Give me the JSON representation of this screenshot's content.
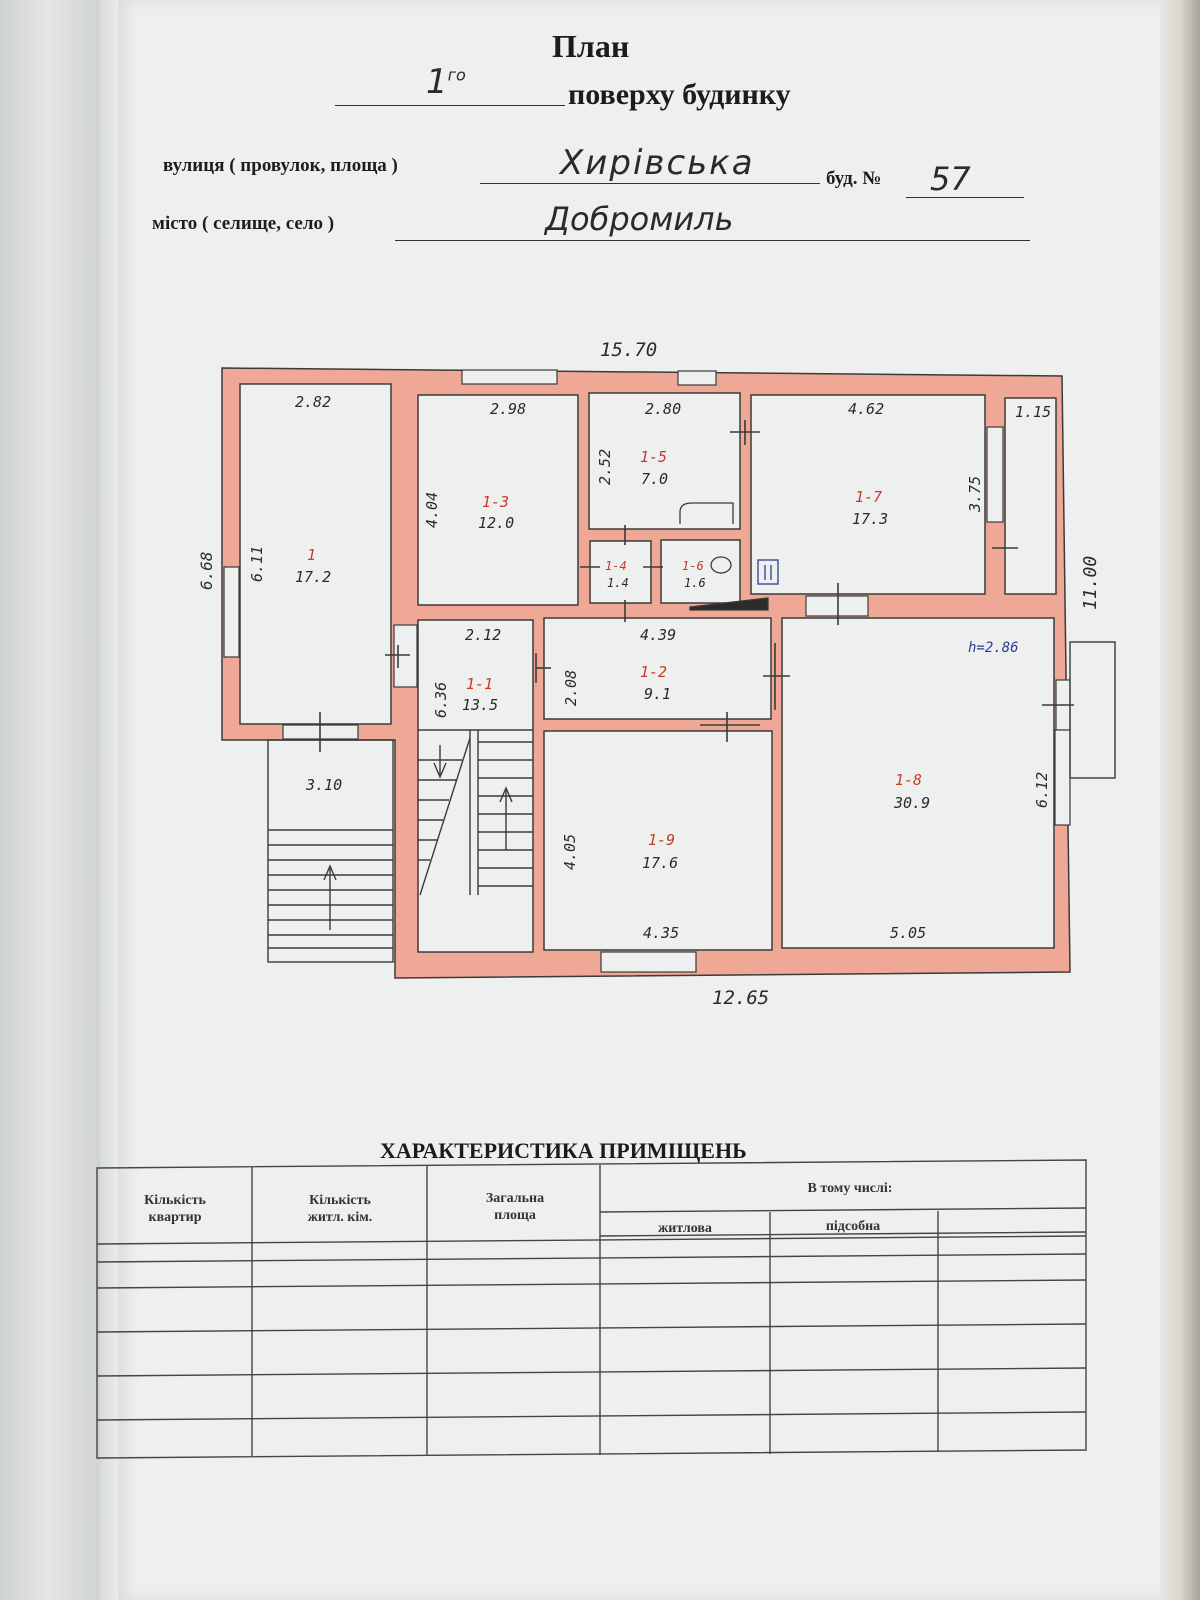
{
  "header": {
    "title": "План",
    "floor_number": "1",
    "floor_suffix": "го",
    "floor_label": "поверху будинку",
    "street_label": "вулиця ( провулок, площа )",
    "street_value": "Хирівська",
    "building_label": "буд. №",
    "building_value": "57",
    "city_label": "місто ( селище, село )",
    "city_value": "Добромиль"
  },
  "plan": {
    "overall_top": "15.70",
    "overall_bottom": "12.65",
    "overall_left": "6.68",
    "overall_right": "11.00",
    "height_note": "h=2.86",
    "colors": {
      "wall": "#f0a896",
      "wall_edge": "#d97f6c",
      "ink": "#2b2b2b",
      "red_ink": "#c93a2a",
      "blue_ink": "#2a3f8f"
    },
    "rooms": [
      {
        "id": "1-1",
        "area": "13.5",
        "dim_w": "2.12",
        "dim_h": "6.36"
      },
      {
        "id": "1-2",
        "area": "9.1",
        "dim_w": "4.39",
        "dim_h": "2.08"
      },
      {
        "id": "1-3",
        "area": "12.0",
        "dim_w": "2.98",
        "dim_h": "4.04"
      },
      {
        "id": "1-4",
        "area": "1.4"
      },
      {
        "id": "1-5",
        "area": "7.0",
        "dim_w": "2.80",
        "dim_h": "2.52"
      },
      {
        "id": "1-6",
        "area": "1.6"
      },
      {
        "id": "1-7",
        "area": "17.3",
        "dim_w": "4.62",
        "dim_h": "3.75"
      },
      {
        "id": "1-8",
        "area": "30.9",
        "dim_w": "5.05",
        "dim_h": "6.12"
      },
      {
        "id": "1-9",
        "area": "17.6",
        "dim_w": "4.35",
        "dim_h": "4.05"
      },
      {
        "id": "1",
        "area": "17.2",
        "dim_w": "2.82",
        "dim_h": "6.11"
      }
    ],
    "extra_dims": {
      "closet_w": "1.15",
      "porch_w": "3.10"
    }
  },
  "table": {
    "title": "ХАРАКТЕРИСТИКА ПРИМІЩЕНЬ",
    "col_apartments": "Кількість квартир",
    "col_rooms": "Кількість житл. кім.",
    "col_total": "Загальна площа",
    "col_including": "В тому числі:",
    "col_living": "житлова",
    "col_auxiliary": "підсобна"
  }
}
